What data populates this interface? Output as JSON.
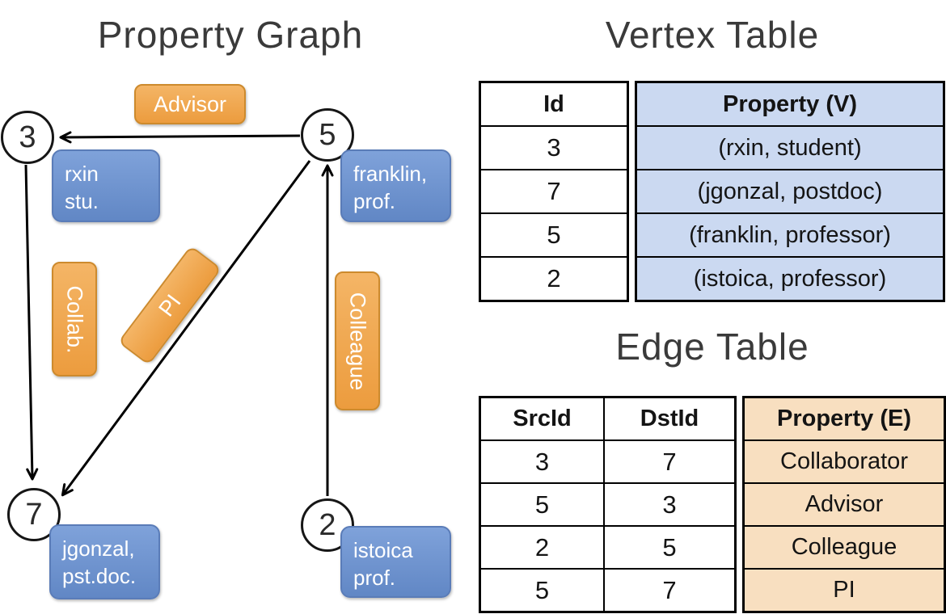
{
  "graph": {
    "title": "Property Graph",
    "nodes": [
      {
        "id": "3",
        "prop_line1": "rxin",
        "prop_line2": "stu."
      },
      {
        "id": "5",
        "prop_line1": "franklin,",
        "prop_line2": "prof."
      },
      {
        "id": "7",
        "prop_line1": "jgonzal,",
        "prop_line2": "pst.doc."
      },
      {
        "id": "2",
        "prop_line1": "istoica",
        "prop_line2": "prof."
      }
    ],
    "edge_labels": [
      {
        "label": "Advisor"
      },
      {
        "label": "Collab."
      },
      {
        "label": "PI"
      },
      {
        "label": "Colleague"
      }
    ]
  },
  "vertex_table": {
    "title": "Vertex Table",
    "headers": {
      "id": "Id",
      "property": "Property (V)"
    },
    "rows": [
      {
        "id": "3",
        "property": "(rxin, student)"
      },
      {
        "id": "7",
        "property": "(jgonzal, postdoc)"
      },
      {
        "id": "5",
        "property": "(franklin, professor)"
      },
      {
        "id": "2",
        "property": "(istoica, professor)"
      }
    ]
  },
  "edge_table": {
    "title": "Edge Table",
    "headers": {
      "src": "SrcId",
      "dst": "DstId",
      "property": "Property (E)"
    },
    "rows": [
      {
        "src": "3",
        "dst": "7",
        "property": "Collaborator"
      },
      {
        "src": "5",
        "dst": "3",
        "property": "Advisor"
      },
      {
        "src": "2",
        "dst": "5",
        "property": "Colleague"
      },
      {
        "src": "5",
        "dst": "7",
        "property": "PI"
      }
    ]
  },
  "colors": {
    "vertex_box_fill": "#6E96D4",
    "edge_box_fill": "#F0A24C",
    "vertex_cell_bg": "#CBD9F1",
    "edge_cell_bg": "#F8DFC0"
  }
}
